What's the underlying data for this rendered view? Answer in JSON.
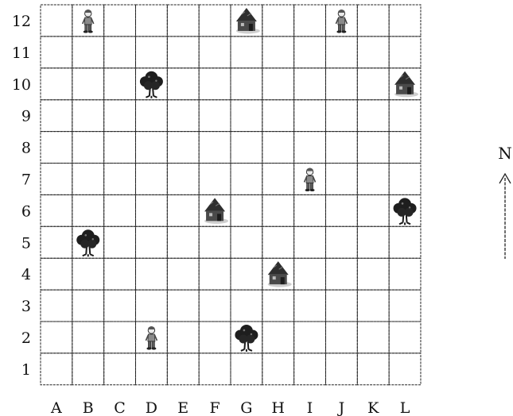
{
  "grid": {
    "columns": [
      "A",
      "B",
      "C",
      "D",
      "E",
      "F",
      "G",
      "H",
      "I",
      "J",
      "K",
      "L"
    ],
    "rows": [
      "1",
      "2",
      "3",
      "4",
      "5",
      "6",
      "7",
      "8",
      "9",
      "10",
      "11",
      "12"
    ]
  },
  "objects": [
    {
      "kind": "person",
      "col": "B",
      "row": "12"
    },
    {
      "kind": "house",
      "col": "G",
      "row": "12"
    },
    {
      "kind": "person",
      "col": "J",
      "row": "12"
    },
    {
      "kind": "tree",
      "col": "D",
      "row": "10"
    },
    {
      "kind": "house",
      "col": "L",
      "row": "10"
    },
    {
      "kind": "person",
      "col": "I",
      "row": "7"
    },
    {
      "kind": "house",
      "col": "F",
      "row": "6"
    },
    {
      "kind": "tree",
      "col": "L",
      "row": "6"
    },
    {
      "kind": "tree",
      "col": "B",
      "row": "5"
    },
    {
      "kind": "house",
      "col": "H",
      "row": "4"
    },
    {
      "kind": "person",
      "col": "D",
      "row": "2"
    },
    {
      "kind": "tree",
      "col": "G",
      "row": "2"
    }
  ],
  "compass": {
    "letter": "N"
  }
}
